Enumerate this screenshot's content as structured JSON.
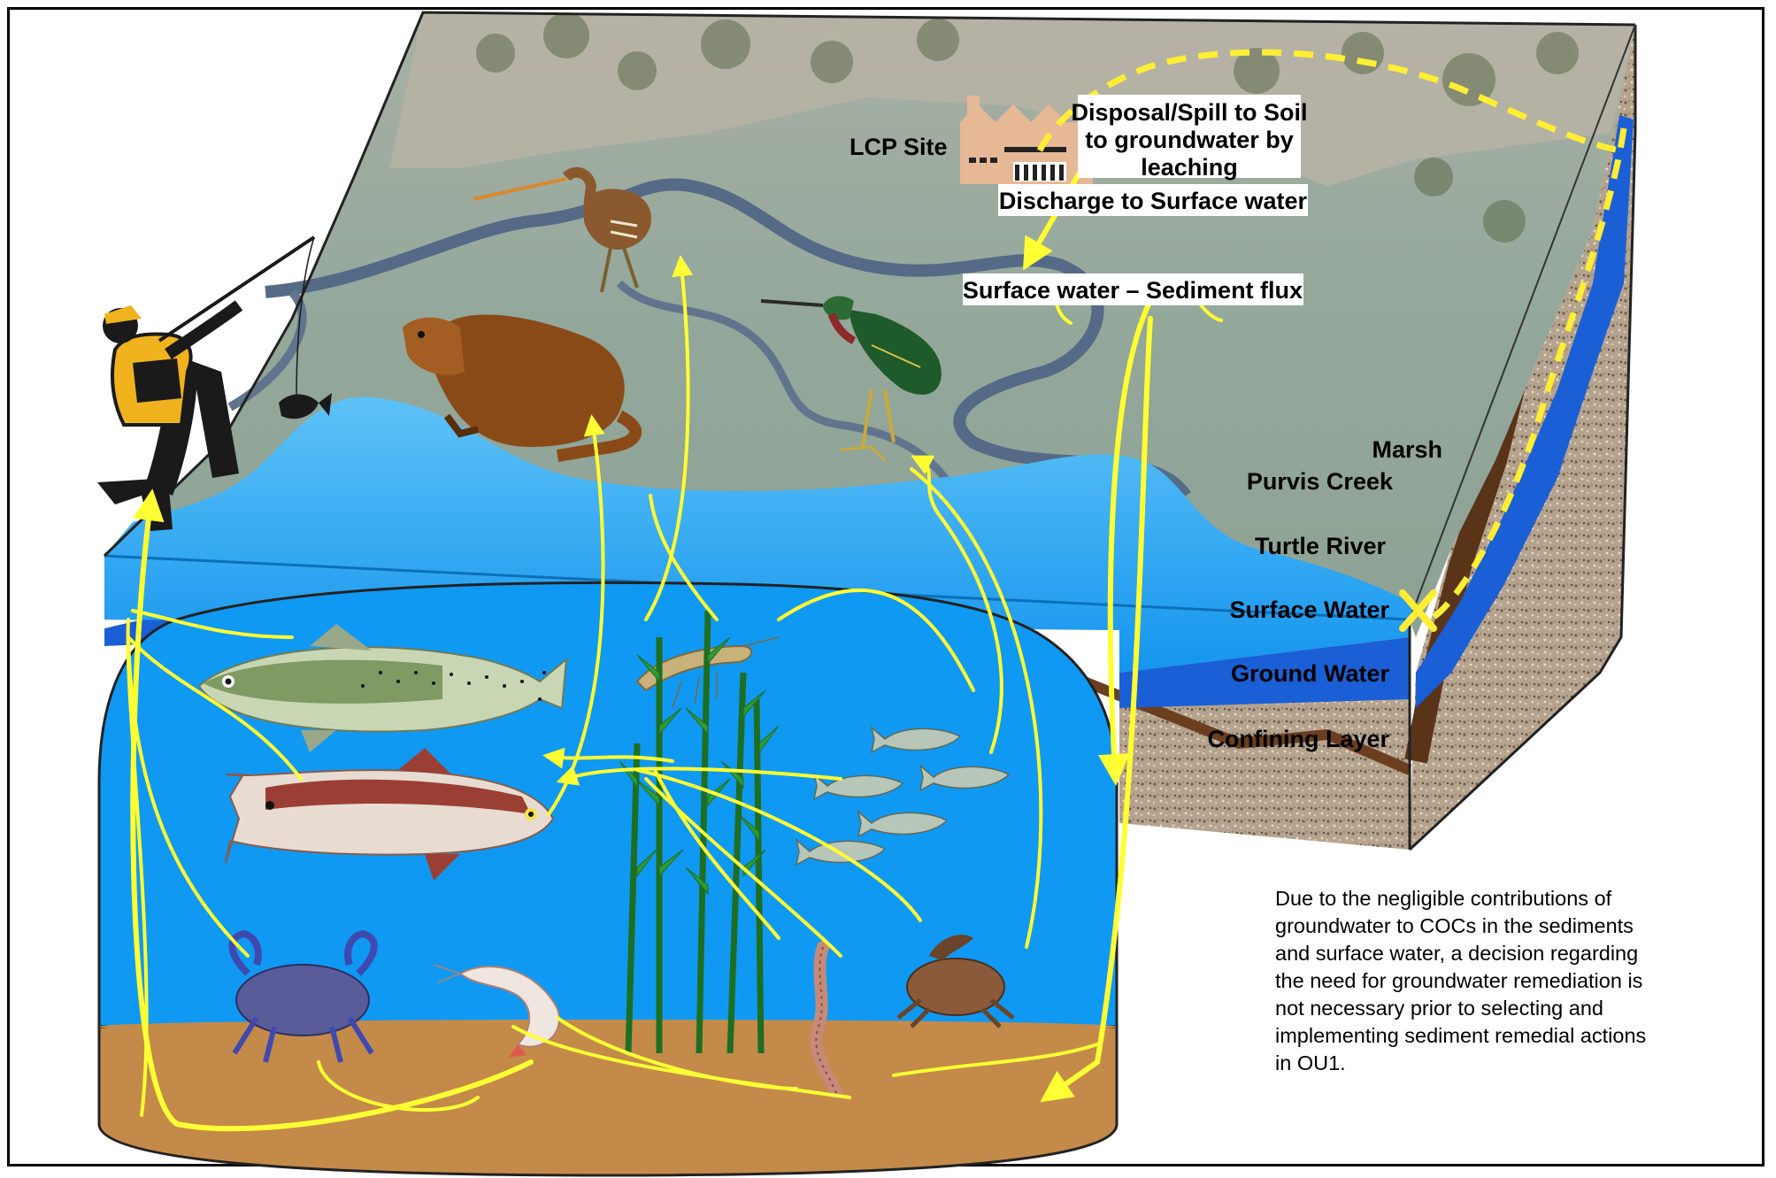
{
  "labels": {
    "lcp_site": "LCP Site",
    "disposal_l1": "Disposal/Spill to Soil",
    "disposal_l2": "to groundwater by",
    "disposal_l3": "leaching",
    "discharge": "Discharge to Surface water",
    "flux": "Surface water – Sediment flux",
    "marsh": "Marsh",
    "purvis_creek": "Purvis Creek",
    "turtle_river": "Turtle River",
    "surface_water": "Surface Water",
    "ground_water": "Ground Water",
    "confining_layer": "Confining Layer"
  },
  "note": {
    "lines": [
      "Due to the negligible contributions of",
      "groundwater to COCs in the sediments",
      "and surface water, a decision regarding",
      "the need for groundwater remediation is",
      "not necessary prior to selecting and",
      "implementing sediment remedial actions",
      "in OU1."
    ]
  },
  "colors": {
    "pathway_arrow": "#ffff33",
    "surface_water": "#1f9bf0",
    "groundwater_band": "#1a5fd6",
    "sediment": "#c48a4a",
    "marsh": "#8fa39a",
    "confining_layer": "#6b3e1f",
    "soil": "#b8a48c"
  },
  "icons": [
    "factory-icon",
    "fisherman-icon",
    "otter-icon",
    "rail-bird-icon",
    "heron-icon",
    "trout-icon",
    "redfish-icon",
    "grass-shrimp-icon",
    "menhaden-icon",
    "seagrass-icon",
    "blue-crab-icon",
    "white-shrimp-icon",
    "worm-icon",
    "fiddler-crab-icon"
  ]
}
